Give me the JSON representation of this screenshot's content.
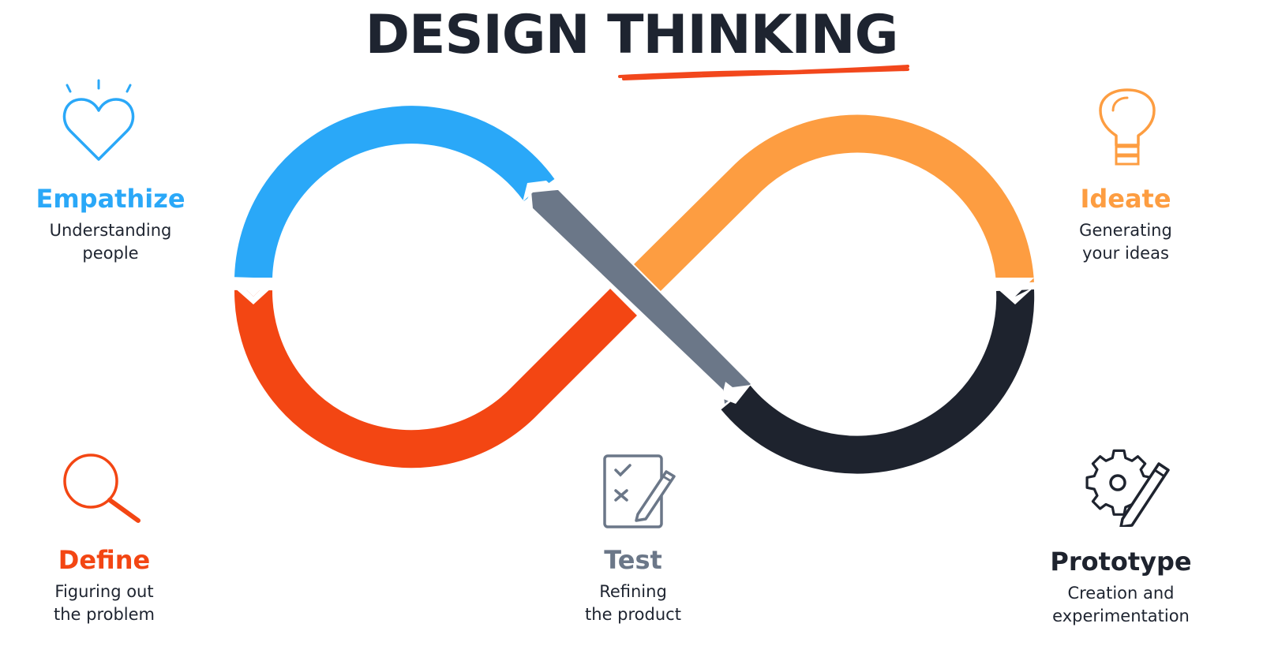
{
  "title": "DESIGN THINKING",
  "colors": {
    "title": "#1e2430",
    "underline": "#f2471c",
    "empathize": "#2aa8f8",
    "define": "#f34613",
    "test": "#6b7788",
    "ideate": "#fd9d41",
    "prototype": "#1e232e"
  },
  "stages": {
    "empathize": {
      "name": "Empathize",
      "description_lines": [
        "Understanding",
        "people"
      ],
      "icon": "heart-icon"
    },
    "ideate": {
      "name": "Ideate",
      "description_lines": [
        "Generating",
        "your ideas"
      ],
      "icon": "lightbulb-icon"
    },
    "define": {
      "name": "Define",
      "description_lines": [
        "Figuring out",
        "the problem"
      ],
      "icon": "magnifier-icon"
    },
    "test": {
      "name": "Test",
      "description_lines": [
        "Refining",
        "the product"
      ],
      "icon": "checklist-pencil-icon"
    },
    "prototype": {
      "name": "Prototype",
      "description_lines": [
        "Creation and",
        "experimentation"
      ],
      "icon": "gear-pencil-icon"
    }
  }
}
